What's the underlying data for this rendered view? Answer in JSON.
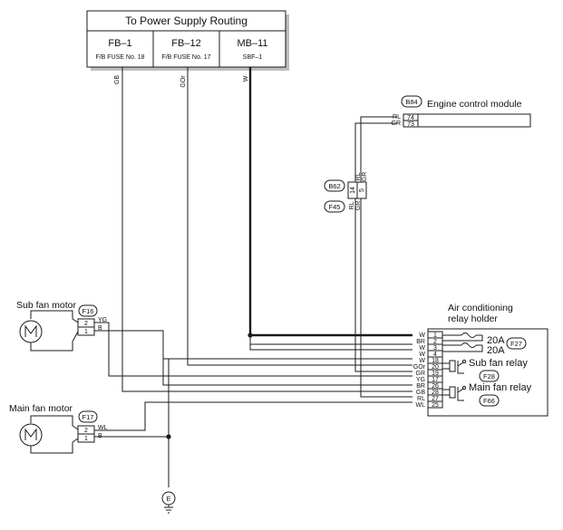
{
  "power_supply": {
    "title": "To Power Supply Routing",
    "fuses": [
      {
        "name": "FB–1",
        "detail": "F/B FUSE No. 18",
        "wire": "GB"
      },
      {
        "name": "FB–12",
        "detail": "F/B FUSE No. 17",
        "wire": "GOr"
      },
      {
        "name": "MB–11",
        "detail": "SBF–1",
        "wire": "W"
      }
    ]
  },
  "ecm": {
    "label": "Engine control module",
    "connector": "B84",
    "pins": [
      "74",
      "73"
    ],
    "wires": [
      "RL",
      "GR"
    ]
  },
  "intermediate": {
    "connectors": [
      "B62",
      "F45"
    ],
    "pins": [
      "14",
      "5"
    ],
    "wires_upper": [
      "RL",
      "GR"
    ],
    "wires_lower": [
      "RL",
      "GR"
    ]
  },
  "sub_fan": {
    "label": "Sub fan motor",
    "connector": "F16",
    "pins": [
      "2",
      "1"
    ],
    "wires": [
      "YG",
      "B"
    ]
  },
  "main_fan": {
    "label": "Main fan motor",
    "connector": "F17",
    "pins": [
      "2",
      "1"
    ],
    "wires": [
      "WL",
      "B"
    ]
  },
  "ground": {
    "label": "E"
  },
  "relay_holder": {
    "label_line1": "Air conditioning",
    "label_line2": "relay holder",
    "connector": "F27",
    "fuse_a": "20A",
    "fuse_b": "20A",
    "sub_relay_label": "Sub fan relay",
    "sub_relay_connector": "F28",
    "main_relay_label": "Main fan relay",
    "main_relay_connector": "F66",
    "wires": [
      "W",
      "BR",
      "W",
      "W",
      "W",
      "GOr",
      "GR",
      "YG",
      "BR",
      "GB",
      "RL",
      "WL"
    ],
    "pins": [
      "1",
      "2",
      "3",
      "4",
      "18",
      "20",
      "19",
      "17",
      "26",
      "28",
      "27",
      "25"
    ]
  }
}
